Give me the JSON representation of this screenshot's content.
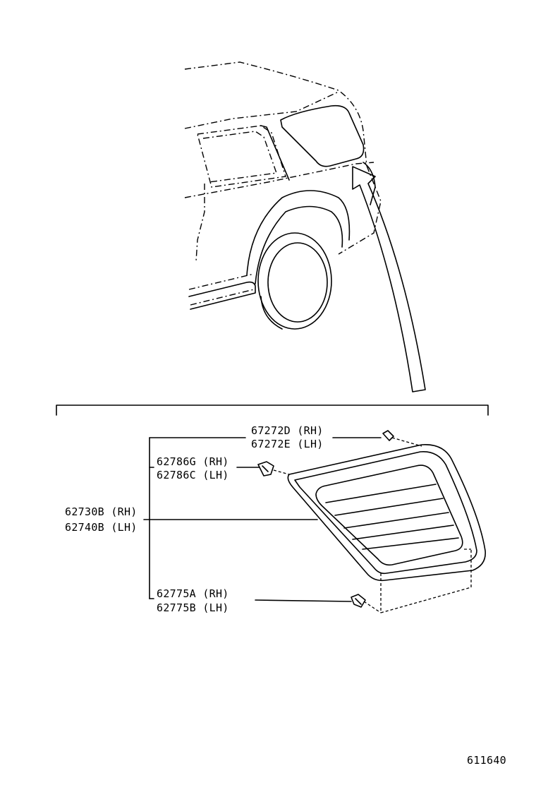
{
  "parts": [
    {
      "id": "cap",
      "rh": "67272D (RH)",
      "lh": "67272E (LH)"
    },
    {
      "id": "clip-upper",
      "rh": "62786G (RH)",
      "lh": "62786C (LH)"
    },
    {
      "id": "quarter-glass",
      "rh": "62730B (RH)",
      "lh": "62740B (LH)"
    },
    {
      "id": "clip-lower",
      "rh": "62775A (RH)",
      "lh": "62775B (LH)"
    }
  ],
  "figure_number": "611640"
}
